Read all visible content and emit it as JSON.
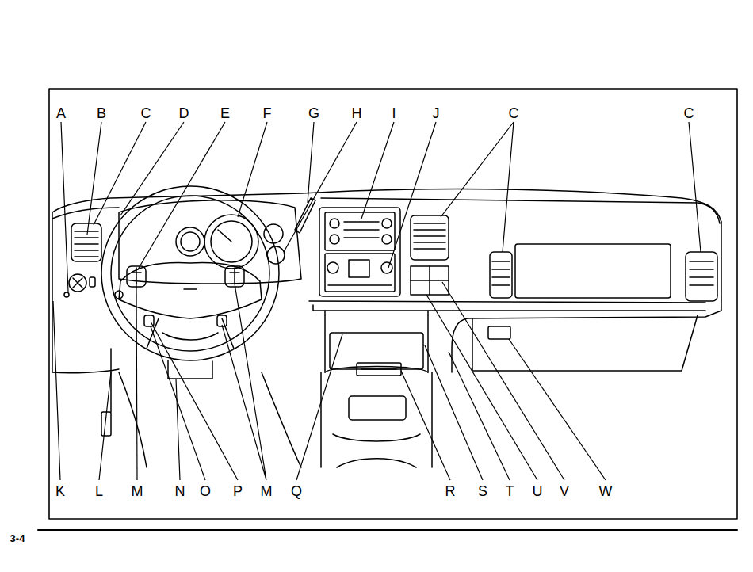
{
  "diagram": {
    "labels": [
      "A",
      "B",
      "C",
      "D",
      "E",
      "F",
      "G",
      "H",
      "I",
      "J",
      "C",
      "C",
      "K",
      "L",
      "M",
      "N",
      "O",
      "P",
      "M",
      "Q",
      "R",
      "S",
      "T",
      "U",
      "V",
      "W",
      "3-4"
    ]
  }
}
